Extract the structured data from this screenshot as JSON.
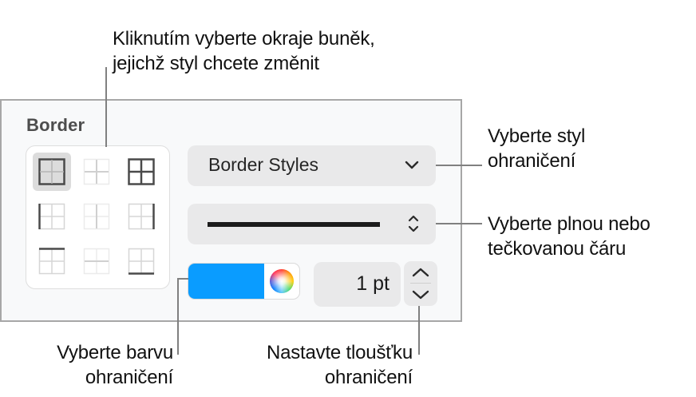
{
  "callouts": {
    "top": {
      "lines": [
        "Kliknutím vyberte okraje buněk,",
        "jejichž styl chcete změnit"
      ]
    },
    "border_style": {
      "lines": [
        "Vyberte styl",
        "ohraničení"
      ]
    },
    "line_type": {
      "lines": [
        "Vyberte plnou nebo",
        "tečkovanou čáru"
      ]
    },
    "color": {
      "lines": [
        "Vyberte barvu",
        "ohraničení"
      ]
    },
    "thickness": {
      "lines": [
        "Nastavte tloušťku",
        "ohraničení"
      ]
    }
  },
  "panel": {
    "title": "Border",
    "border_grid": {
      "cells": [
        {
          "name": "outer-borders",
          "selected": true,
          "icon": "border-outer-icon"
        },
        {
          "name": "inner-borders",
          "selected": false,
          "icon": "border-inner-icon"
        },
        {
          "name": "all-borders",
          "selected": false,
          "icon": "border-all-icon"
        },
        {
          "name": "left-border",
          "selected": false,
          "icon": "border-left-icon"
        },
        {
          "name": "inner-vertical-border",
          "selected": false,
          "icon": "border-inner-vertical-icon"
        },
        {
          "name": "right-border",
          "selected": false,
          "icon": "border-right-icon"
        },
        {
          "name": "top-border",
          "selected": false,
          "icon": "border-top-icon"
        },
        {
          "name": "inner-horizontal-border",
          "selected": false,
          "icon": "border-inner-horizontal-icon"
        },
        {
          "name": "bottom-border",
          "selected": false,
          "icon": "border-bottom-icon"
        }
      ]
    },
    "border_styles_popup": {
      "label": "Border Styles",
      "icon": "chevron-down-icon"
    },
    "line_style_popup": {
      "value": "solid",
      "icon": "chevron-up-down-icon"
    },
    "color_well": {
      "color": "#0a9cff",
      "icon": "color-wheel-icon"
    },
    "thickness_field": {
      "value": "1 pt"
    },
    "thickness_stepper": {
      "up_icon": "chevron-up-icon",
      "down_icon": "chevron-down-icon"
    }
  },
  "colors": {
    "panel_bg": "#f8f9fa",
    "panel_border": "#a7a7a7",
    "control_bg": "#e9e9ea",
    "leader_line": "#808080",
    "accent_swatch": "#0a9cff"
  }
}
